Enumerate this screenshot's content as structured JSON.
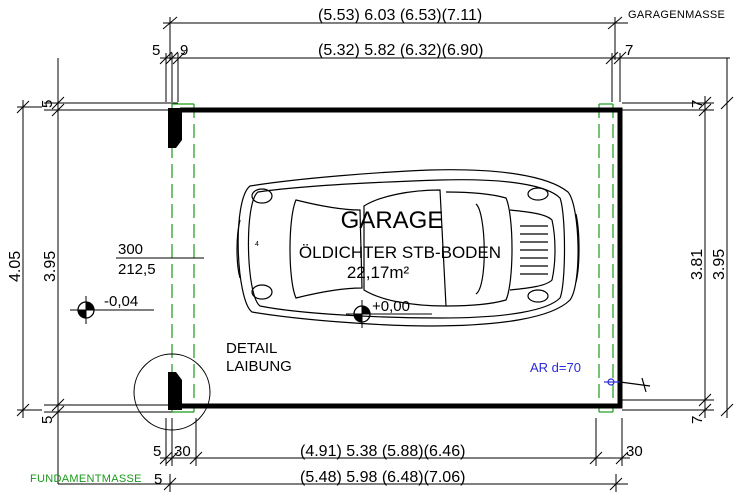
{
  "top_dims": {
    "garage_outer": "(5.53)  6.03  (6.53)(7.11)",
    "garage_tag": "GARAGENMASSE",
    "inner": "(5.32)  5.82  (6.32)(6.90)",
    "left_a": "5",
    "left_b": "9",
    "right_a": "7"
  },
  "bottom_dims": {
    "inner": "(4.91)  5.38  (5.88)(6.46)",
    "outer": "(5.48)  5.98  (6.48)(7.06)",
    "left_a": "5",
    "left_b": "30",
    "right_b": "30",
    "fund_tag": "FUNDAMENTMASSE",
    "fund_a": "5"
  },
  "left_dims": {
    "outer": "4.05",
    "inner": "3.95",
    "top_small": "5",
    "bottom_small": "5"
  },
  "right_dims": {
    "inner": "3.81",
    "outer": "3.95",
    "top_small": "7",
    "bottom_small": "7"
  },
  "room": {
    "name": "GARAGE",
    "floor": "ÖLDICHTER STB-BODEN",
    "area": "22,17m²"
  },
  "opening": {
    "width": "300",
    "height": "212,5"
  },
  "levels": {
    "outside": "-0,04",
    "inside": "+0,00"
  },
  "detail": {
    "line1": "DETAIL",
    "line2": "LAIBUNG"
  },
  "ar_label": "AR d=70",
  "car_small_label": "4",
  "colors": {
    "wall": "#000000",
    "dimension": "#000000",
    "fundament": "#1a9a1a",
    "blue_tag": "#2a2ad8"
  }
}
